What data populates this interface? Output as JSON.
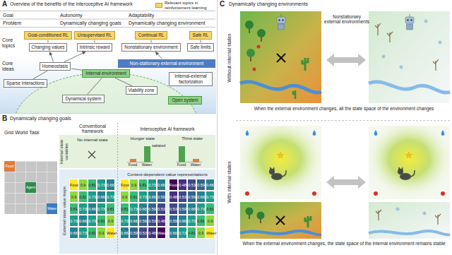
{
  "diagram": {
    "nodes": [
      {
        "text": [
          "Goal-conditioned RL"
        ]
      },
      {
        "text": [
          "Unsupervised RL"
        ]
      },
      {
        "text": [
          "Continual RL"
        ]
      },
      {
        "text": [
          "Safe RL"
        ]
      },
      {
        "text": [
          "Changing values"
        ]
      },
      {
        "text": [
          "Intrinsic reward"
        ]
      },
      {
        "text": [
          "Nonstationary environment"
        ]
      },
      {
        "text": [
          "Safe limits"
        ]
      },
      {
        "text": [
          "Non-stationary external environment"
        ]
      },
      {
        "text": [
          "Homeostasis"
        ]
      },
      {
        "text": [
          "Internal environment"
        ]
      },
      {
        "text": [
          "Sparse interactions"
        ]
      },
      {
        "text": [
          "Internal-external factorization"
        ]
      },
      {
        "text": [
          "Viability zone"
        ]
      },
      {
        "text": [
          "Dynamical system"
        ]
      },
      {
        "text": [
          "Open system"
        ]
      },
      {
        "text": [
          "Grid World Task"
        ]
      },
      {
        "text": [
          "Food"
        ],
        "in": 16
      },
      {
        "text": [
          "Agent"
        ],
        "in": 16
      },
      {
        "text": [
          "Water"
        ],
        "in": 16
      }
    ],
    "edges": [
      {
        "from": 4,
        "to": 0,
        "arrow": "none"
      },
      {
        "from": 5,
        "to": 1,
        "arrow": "none"
      },
      {
        "from": 6,
        "to": 2,
        "arrow": "none"
      },
      {
        "from": 7,
        "to": 3,
        "arrow": "none"
      },
      {
        "from": 9,
        "to": 4,
        "arrow": "to"
      },
      {
        "from": 9,
        "to": 5,
        "arrow": "to"
      },
      {
        "from": 8,
        "to": 6,
        "arrow": "to"
      },
      {
        "from": 11,
        "to": 9,
        "arrow": "none"
      },
      {
        "from": 10,
        "to": 9,
        "arrow": "none"
      },
      {
        "from": 10,
        "to": 14,
        "arrow": "none"
      },
      {
        "from": 10,
        "to": 13,
        "arrow": "none"
      }
    ],
    "labels": [
      "A",
      "Overview of the benefits of the interoceptive AI framework",
      "Goal",
      "Autonomy",
      "Adaptability",
      "Problem",
      "Dynamically changing goals",
      "Dynamically changing environment",
      "Core topics",
      "Core ideas",
      "B",
      "Dynamically changing goals",
      "Conventional framework",
      "Interoceptive AI framework",
      "Internal state variables",
      "No internal state",
      "Hunger state",
      "Food",
      "Water",
      "satiated",
      "Thirst state",
      "Food",
      "Water",
      "External state value maps",
      "Context-dependent value representations",
      "C",
      "Dynamically changing environments",
      "Without internal states",
      "With internal states",
      "Nonstationary external environments",
      "When the external environment changes, all the state space of the environment changes",
      "When the external environment changes, the state space of the internal environment remains stable",
      "Food",
      "0.9",
      "0.81",
      "0.73",
      "0.66",
      "0.9",
      "0.81",
      "0.73",
      "0.66",
      "0.73",
      "0.81",
      "0.73",
      "0.66",
      "0.73",
      "0.81",
      "0.73",
      "0.66",
      "0.73",
      "0.81",
      "0.9",
      "0.66",
      "0.73",
      "0.81",
      "0.9",
      "Water",
      "Food",
      "0.9",
      "0.81",
      "0.73",
      "0.66",
      "0.9",
      "0.81",
      "0.73",
      "0.66",
      "0.59",
      "0.81",
      "0.73",
      "0.66",
      "0.59",
      "0.53",
      "0.73",
      "0.66",
      "0.59",
      "0.53",
      "0.48",
      "0.66",
      "0.59",
      "0.53",
      "0.48",
      "Water",
      "Food",
      "0.48",
      "0.53",
      "0.59",
      "0.66",
      "0.48",
      "0.53",
      "0.59",
      "0.66",
      "0.73",
      "0.53",
      "0.59",
      "0.66",
      "0.73",
      "0.81",
      "0.59",
      "0.66",
      "0.73",
      "0.81",
      "0.9",
      "0.66",
      "0.73",
      "0.81",
      "0.9",
      "Water"
    ],
    "legend": [
      {
        "text": "Relevant topics in reinforcement learning",
        "color": "#f6d66b"
      }
    ]
  }
}
